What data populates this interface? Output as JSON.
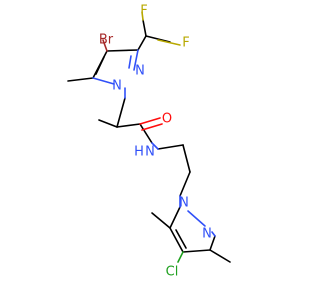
{
  "colors": {
    "carbon": "#000000",
    "nitrogen": "#3050F8",
    "oxygen": "#FF0D0D",
    "fluorine": "#B8A800",
    "bromine": "#A62929",
    "chlorine": "#1FA01F"
  },
  "atoms": {
    "br": "Br",
    "f1": "F",
    "f2": "F",
    "n_top_a": "N",
    "n_top_b": "N",
    "o": "O",
    "nh": "N",
    "h": "H",
    "n_bot_a": "N",
    "n_bot_b": "N",
    "cl": "Cl"
  }
}
